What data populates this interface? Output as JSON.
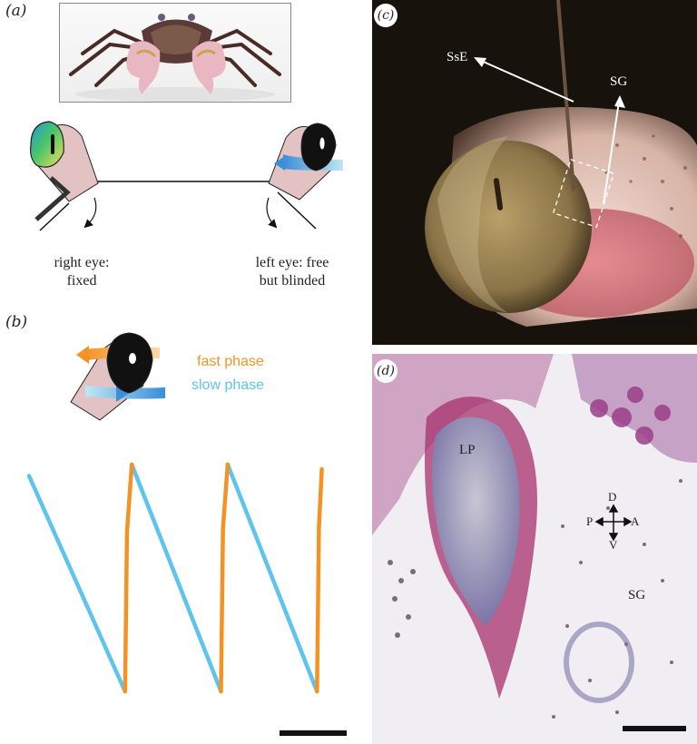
{
  "panels": {
    "a": {
      "label": "(a)",
      "right_eye_caption": [
        "right eye:",
        "fixed"
      ],
      "left_eye_caption": [
        "left eye: free",
        "but blinded"
      ]
    },
    "b": {
      "label": "(b)",
      "fast_phase": "fast phase",
      "slow_phase": "slow phase"
    },
    "c": {
      "label": "(c)",
      "label_sse": "SsE",
      "label_sg": "SG"
    },
    "d": {
      "label": "(d)",
      "label_lp": "LP",
      "label_sg": "SG",
      "compass": {
        "d": "D",
        "v": "V",
        "p": "P",
        "a": "A"
      }
    }
  },
  "colors": {
    "fast_phase": "#f39325",
    "slow_phase": "#5ec4ec",
    "eyestalk": "#e3c2c4",
    "photo_c_bg": "#17120c",
    "photo_d_bg": "#f1eef3",
    "stain_magenta": "#a6306e",
    "stain_blue": "#6f6aa3"
  },
  "chart_data": {
    "type": "line",
    "description_series": [
      {
        "name": "slow phase",
        "color": "#5ec4ec",
        "segments": [
          [
            [
              0,
              0.95
            ],
            [
              1,
              0.0
            ]
          ],
          [
            [
              1.07,
              1.0
            ],
            [
              2,
              0.0
            ]
          ],
          [
            [
              2.07,
              1.0
            ],
            [
              3,
              0.0
            ]
          ]
        ]
      },
      {
        "name": "fast phase",
        "color": "#f39325",
        "segments": [
          [
            [
              1,
              0.0
            ],
            [
              1.02,
              0.7
            ],
            [
              1.07,
              1.0
            ]
          ],
          [
            [
              2,
              0.0
            ],
            [
              2.02,
              0.72
            ],
            [
              2.07,
              1.0
            ]
          ],
          [
            [
              3,
              0.0
            ],
            [
              3.02,
              0.72
            ],
            [
              3.05,
              0.98
            ]
          ]
        ]
      }
    ],
    "xlim": [
      0,
      3.12
    ],
    "ylim": [
      0,
      1.0
    ],
    "grid": false,
    "scale_bar": true
  }
}
